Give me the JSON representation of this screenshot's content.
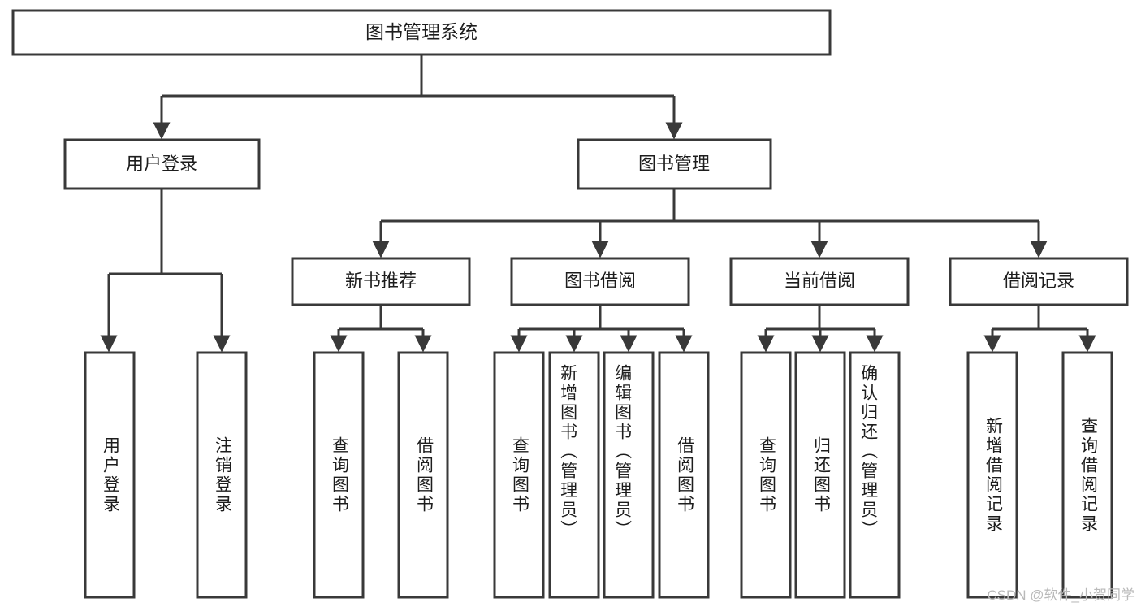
{
  "diagram": {
    "type": "tree",
    "title": "图书管理系统",
    "watermark": "CSDN @软件_小贺同学",
    "colors": {
      "stroke": "#393939",
      "fill": "#ffffff",
      "text": "#1d1d1d",
      "watermark": "#b9b9b9",
      "background": "#ffffff"
    },
    "levels": {
      "root": [
        "图书管理系统"
      ],
      "level1": [
        "用户登录",
        "图书管理"
      ],
      "level2": [
        "新书推荐",
        "图书借阅",
        "当前借阅",
        "借阅记录"
      ],
      "leaves": [
        "用户登录",
        "注销登录",
        "查询图书",
        "借阅图书",
        "查询图书",
        "新增图书（管理员）",
        "编辑图书（管理员）",
        "借阅图书",
        "查询图书",
        "归还图书",
        "确认归还（管理员）",
        "新增借阅记录",
        "查询借阅记录"
      ]
    },
    "nodes": {
      "root": {
        "label": "图书管理系统"
      },
      "user_login": {
        "label": "用户登录"
      },
      "book_mgmt": {
        "label": "图书管理"
      },
      "new_book_rec": {
        "label": "新书推荐"
      },
      "book_borrow": {
        "label": "图书借阅"
      },
      "current_borrow": {
        "label": "当前借阅"
      },
      "borrow_record": {
        "label": "借阅记录"
      },
      "leaf_user_login": {
        "label": "用户登录"
      },
      "leaf_user_logout": {
        "label": "注销登录"
      },
      "leaf_nbr_query": {
        "label": "查询图书"
      },
      "leaf_nbr_borrow": {
        "label": "借阅图书"
      },
      "leaf_bb_query": {
        "label": "查询图书"
      },
      "leaf_bb_add": {
        "label": "新增图书（管理员）"
      },
      "leaf_bb_edit": {
        "label": "编辑图书（管理员）"
      },
      "leaf_bb_borrow": {
        "label": "借阅图书"
      },
      "leaf_cb_query": {
        "label": "查询图书"
      },
      "leaf_cb_return": {
        "label": "归还图书"
      },
      "leaf_cb_confirm": {
        "label": "确认归还（管理员）"
      },
      "leaf_br_add": {
        "label": "新增借阅记录"
      },
      "leaf_br_query": {
        "label": "查询借阅记录"
      }
    }
  }
}
